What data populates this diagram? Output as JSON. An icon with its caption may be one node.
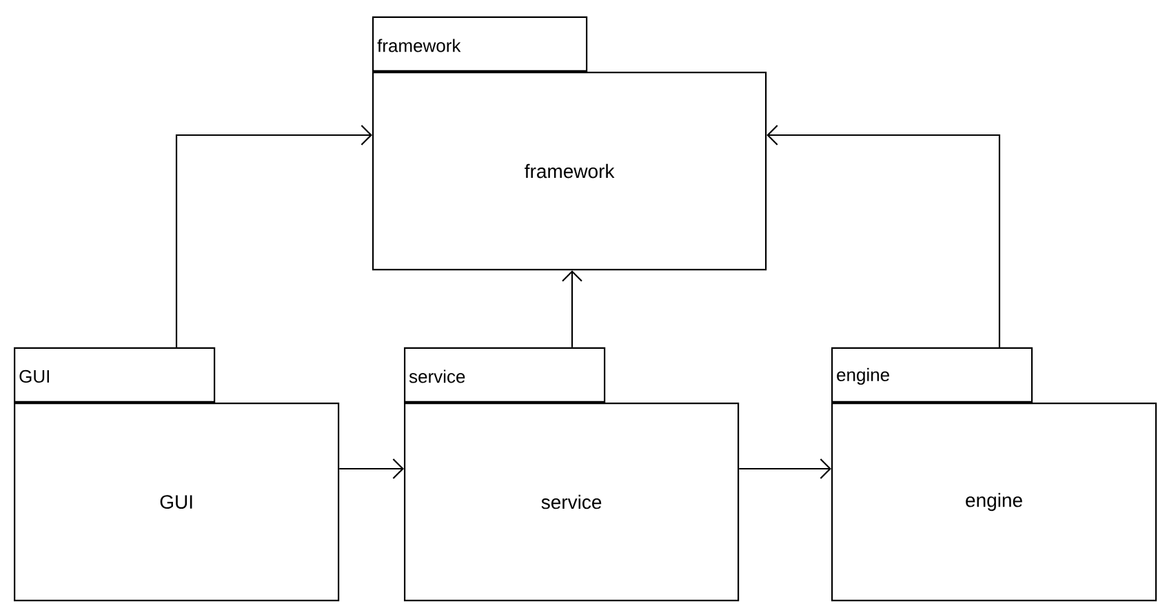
{
  "diagram": {
    "nodes": [
      {
        "text": [
          "framework",
          "framework"
        ]
      },
      {
        "text": [
          "GUI",
          "GUI"
        ]
      },
      {
        "text": [
          "service",
          "service"
        ]
      },
      {
        "text": [
          "engine",
          "engine"
        ]
      }
    ],
    "edges": [
      {
        "from": 1,
        "to": 0,
        "arrow": "to"
      },
      {
        "from": 2,
        "to": 0,
        "arrow": "to"
      },
      {
        "from": 3,
        "to": 0,
        "arrow": "to"
      },
      {
        "from": 1,
        "to": 2,
        "arrow": "to"
      },
      {
        "from": 2,
        "to": 3,
        "arrow": "to"
      }
    ]
  }
}
